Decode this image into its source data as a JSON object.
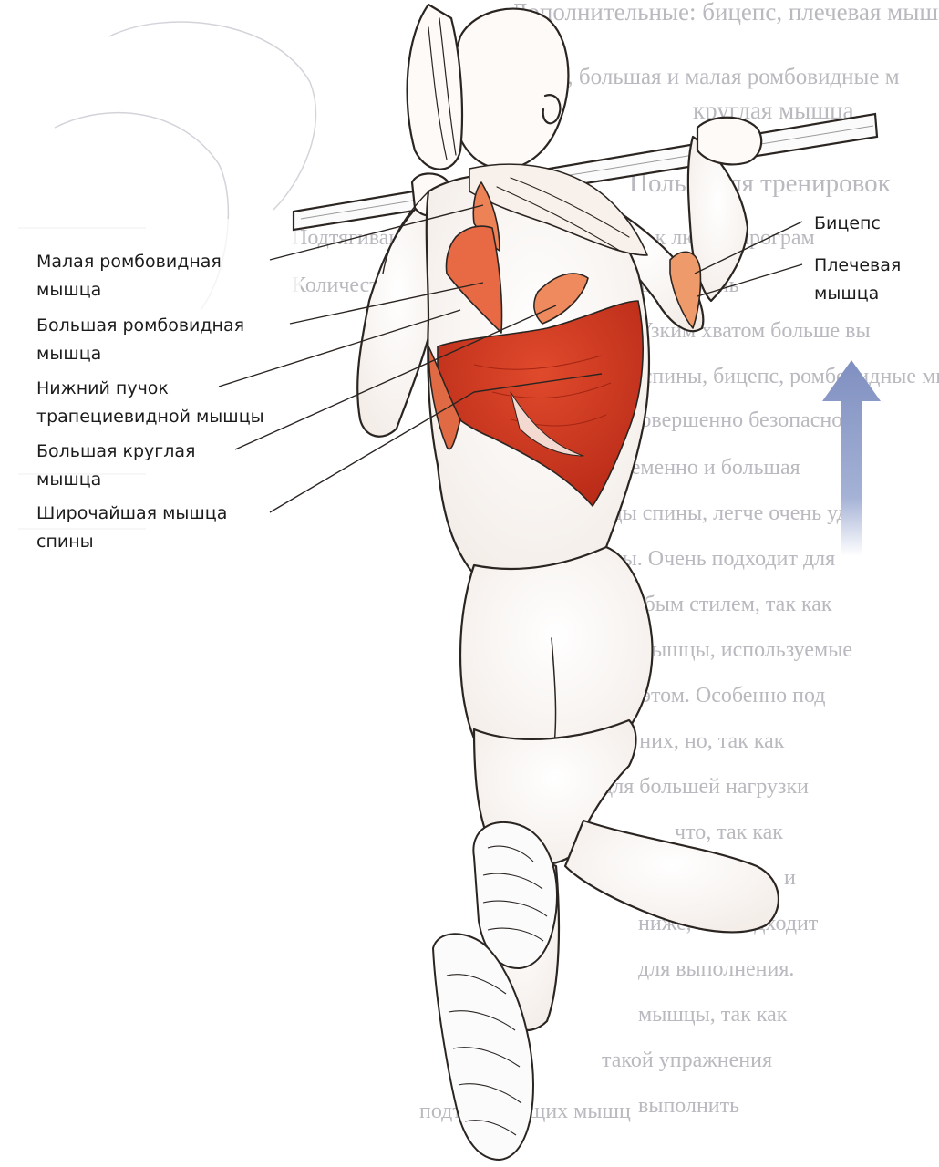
{
  "labels": {
    "rhomboid_minor": {
      "line1": "Малая ромбовидная",
      "line2": "мышца"
    },
    "rhomboid_major": {
      "line1": "Большая ромбовидная",
      "line2": "мышца"
    },
    "lower_trapezius": {
      "line1": "Нижний пучок",
      "line2": "трапециевидной мышцы"
    },
    "teres_major": {
      "line1": "Большая круглая",
      "line2": "мышца"
    },
    "latissimus": {
      "line1": "Широчайшая мышца",
      "line2": "спины"
    },
    "biceps": {
      "line1": "Бицепс"
    },
    "brachialis": {
      "line1": "Плечевая",
      "line2": "мышца"
    }
  },
  "background_text": [
    "Дополнительные: бицепс, плечевая мышца, пло",
    "лечевой мышцы, большая и малая ромбовидные м",
    "круглая мышца.",
    "Польза для тренировок",
    "Подтягивания — хорошее дополнение к любой програм",
    "Количество повторений можно выполнить мень",
    "перехвата — хватом снизу. Узким хватом больше вы",
    "мышцы спины, бицепс, ромбовидные мыш",
    "сустав совершенно безопасно",
    "одновременно и большая",
    "мышцы спины, легче очень уд-",
    "дважды. Очень подходит для",
    "с любым стилем, так как",
    "нет мышцы, используемые",
    "при этом. Особенно под",
    "для них, но, так как",
    "для большей нагрузки",
    "что, так как",
    "и",
    "ниже, это подходит",
    "для выполнения.",
    "мышцы, так как",
    "такой упражнения",
    "выполнить",
    "подтягивающих мышц"
  ],
  "colors": {
    "muscle": "#d0381f",
    "muscle_light": "#ec8256",
    "muscle_dark": "#9b1f10",
    "outline": "#2b2522",
    "skin": "#fdfaf7",
    "arrow": "#8f9fc9",
    "bg_text": "#b9b9bf"
  },
  "icons": {
    "direction": "up-arrow-icon"
  }
}
